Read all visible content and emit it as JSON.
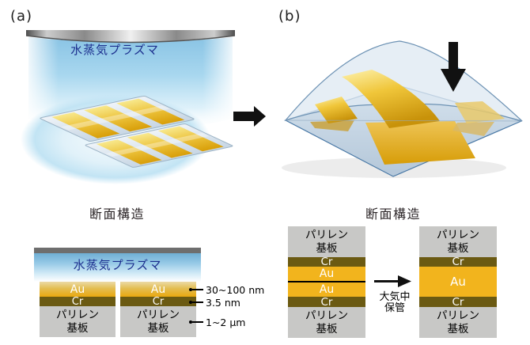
{
  "panel_a": {
    "label": "(a)",
    "scene": {
      "plasma_text": "水蒸気プラズマ"
    },
    "section_title": "断面構造",
    "cross_section": {
      "plasma_text": "水蒸気プラズマ",
      "layer_au": "Au",
      "layer_cr": "Cr",
      "substrate_line1": "パリレン",
      "substrate_line2": "基板",
      "thickness_au": "30~100 nm",
      "thickness_cr": "3.5 nm",
      "thickness_substrate": "1~2 μm"
    }
  },
  "panel_b": {
    "label": "(b)",
    "section_title": "断面構造",
    "layer_au": "Au",
    "layer_cr": "Cr",
    "substrate_line1": "パリレン",
    "substrate_line2": "基板",
    "process_label_line1": "大気中",
    "process_label_line2": "保管"
  },
  "colors": {
    "gold": "#f2b41d",
    "gold_gradient_top": "#ecd9a4",
    "chromium_olive": "#6b5a12",
    "substrate_gray": "#c8c8c6",
    "electrode_gray": "#6e6e6e",
    "plasma_blue": "#7fbcdf",
    "plasma_text_navy": "#1c2f8e",
    "film_silver": "#dde7f0",
    "arrow_black": "#111111"
  }
}
